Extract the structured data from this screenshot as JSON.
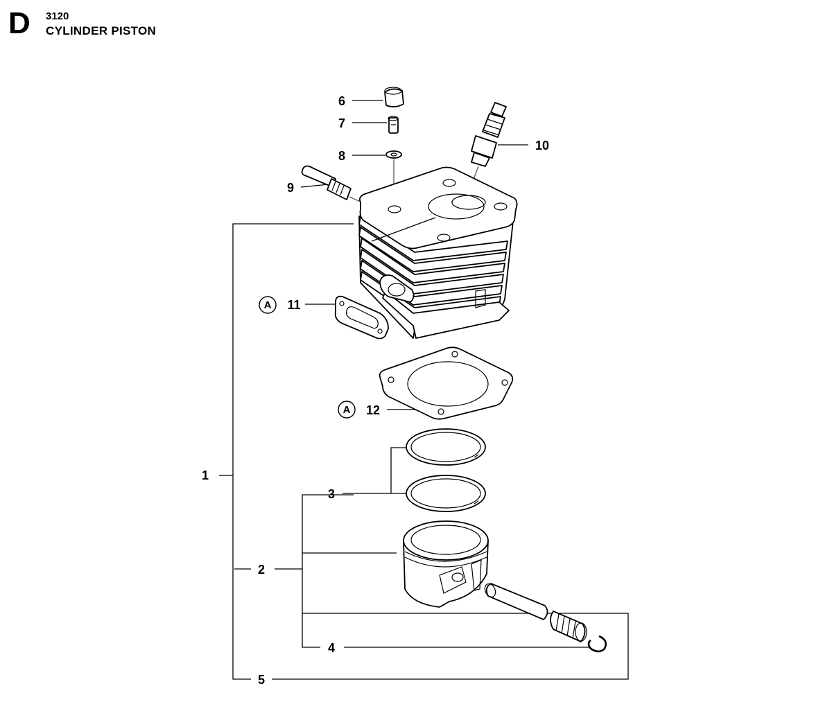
{
  "header": {
    "section_letter": "D",
    "part_number": "3120",
    "title": "CYLINDER PISTON"
  },
  "callouts": {
    "c1": "1",
    "c2": "2",
    "c3": "3",
    "c4": "4",
    "c5": "5",
    "c6": "6",
    "c7": "7",
    "c8": "8",
    "c9": "9",
    "c10": "10",
    "c11": "11",
    "c12": "12"
  },
  "markers": {
    "m11": "A",
    "m12": "A"
  }
}
